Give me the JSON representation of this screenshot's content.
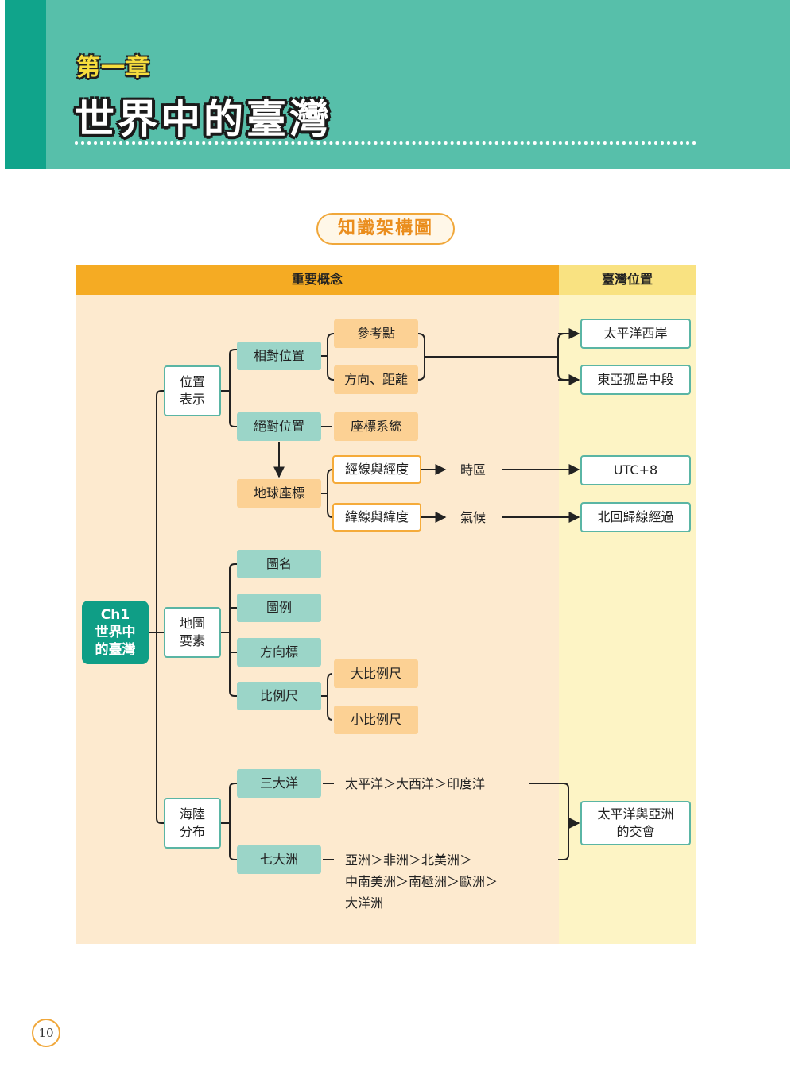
{
  "header": {
    "chapter_label": "第一章",
    "chapter_title": "世界中的臺灣"
  },
  "diagram_title": "知識架構圖",
  "columns": {
    "left": "重要概念",
    "right": "臺灣位置"
  },
  "nodes": {
    "root": "Ch1\n世界中\n的臺灣",
    "pos": "位置\n表示",
    "map": "地圖\n要素",
    "sea": "海陸\n分布",
    "rel": "相對位置",
    "abs": "絕對位置",
    "ref": "參考點",
    "dir": "方向、距離",
    "coordsys": "座標系統",
    "earth": "地球座標",
    "lon": "經線與經度",
    "lat": "緯線與緯度",
    "timezone": "時區",
    "climate": "氣候",
    "mapname": "圖名",
    "legend": "圖例",
    "compass": "方向標",
    "scale": "比例尺",
    "largescale": "大比例尺",
    "smallscale": "小比例尺",
    "oceans": "三大洋",
    "continents": "七大洲",
    "oceans_order": "太平洋＞大西洋＞印度洋",
    "continents_order": "亞洲＞非洲＞北美洲＞\n中南美洲＞南極洲＞歐洲＞\n大洋洲",
    "r_west": "太平洋西岸",
    "r_island": "東亞孤島中段",
    "r_utc": "UTC+8",
    "r_tropic": "北回歸線經過",
    "r_junction": "太平洋與亞洲\n的交會"
  },
  "page_number": "10"
}
